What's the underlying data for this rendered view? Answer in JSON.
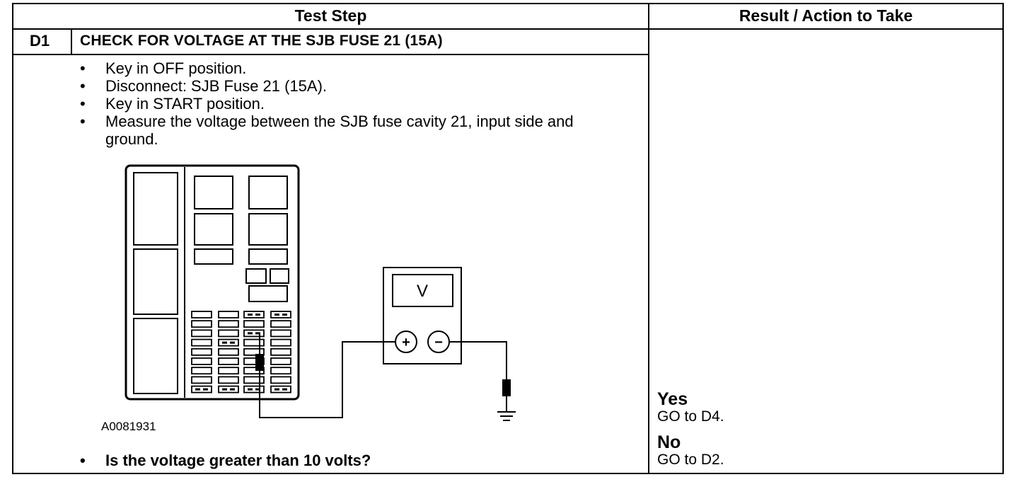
{
  "table": {
    "col_test_step": "Test Step",
    "col_result": "Result / Action to Take"
  },
  "step": {
    "id": "D1",
    "title": "CHECK FOR VOLTAGE AT THE SJB FUSE 21 (15A)",
    "bullet_glyph": "•",
    "instructions": [
      "Key in OFF position.",
      "Disconnect: SJB Fuse 21 (15A).",
      "Key in START position.",
      "Measure the voltage between the SJB fuse cavity 21, input side and ground."
    ],
    "figure": {
      "code": "A0081931",
      "meter_label": "V",
      "plus_symbol": "+",
      "minus_symbol": "−",
      "icons": [
        "fuse-box",
        "voltmeter",
        "test-probe",
        "ground-symbol"
      ]
    },
    "question": "Is the voltage greater than 10 volts?"
  },
  "results": [
    {
      "label": "Yes",
      "action": "GO to D4."
    },
    {
      "label": "No",
      "action": "GO to D2."
    }
  ]
}
